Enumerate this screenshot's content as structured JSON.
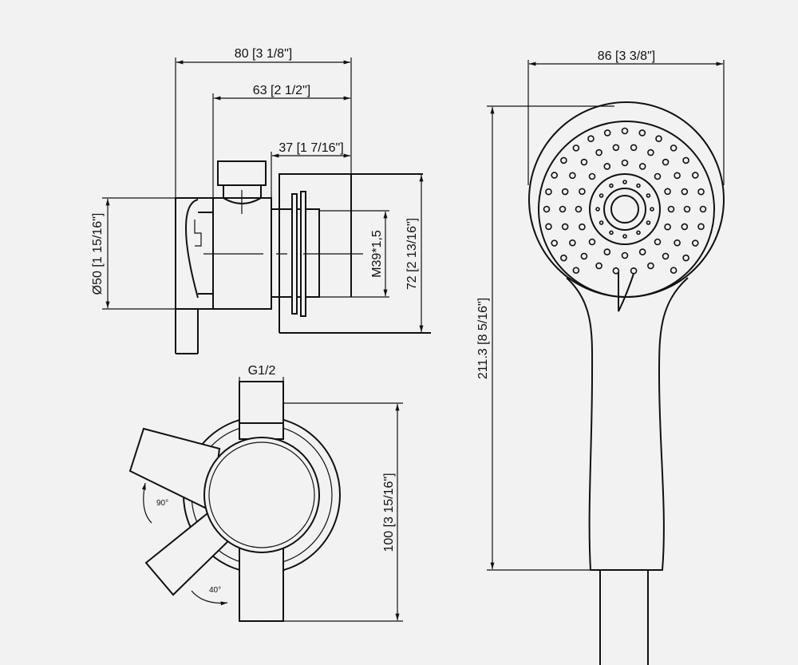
{
  "side_view": {
    "dim_overall_depth": "80 [3 1/8\"]",
    "dim_body_depth": "63 [2 1/2\"]",
    "dim_thread_depth": "37 [1 7/16\"]",
    "dim_cover_diameter": "Ø50 [1 15/16\"]",
    "dim_thread": "M39*1,5",
    "dim_plate_height": "72 [2 13/16\"]"
  },
  "front_view": {
    "dim_connection": "G1/2",
    "dim_height": "100 [3 15/16\"]",
    "angle_upper": "90°",
    "angle_lower": "40°"
  },
  "hand_shower": {
    "dim_head_width": "86 [3 3/8\"]",
    "dim_length": "211.3 [8 5/16\"]"
  }
}
